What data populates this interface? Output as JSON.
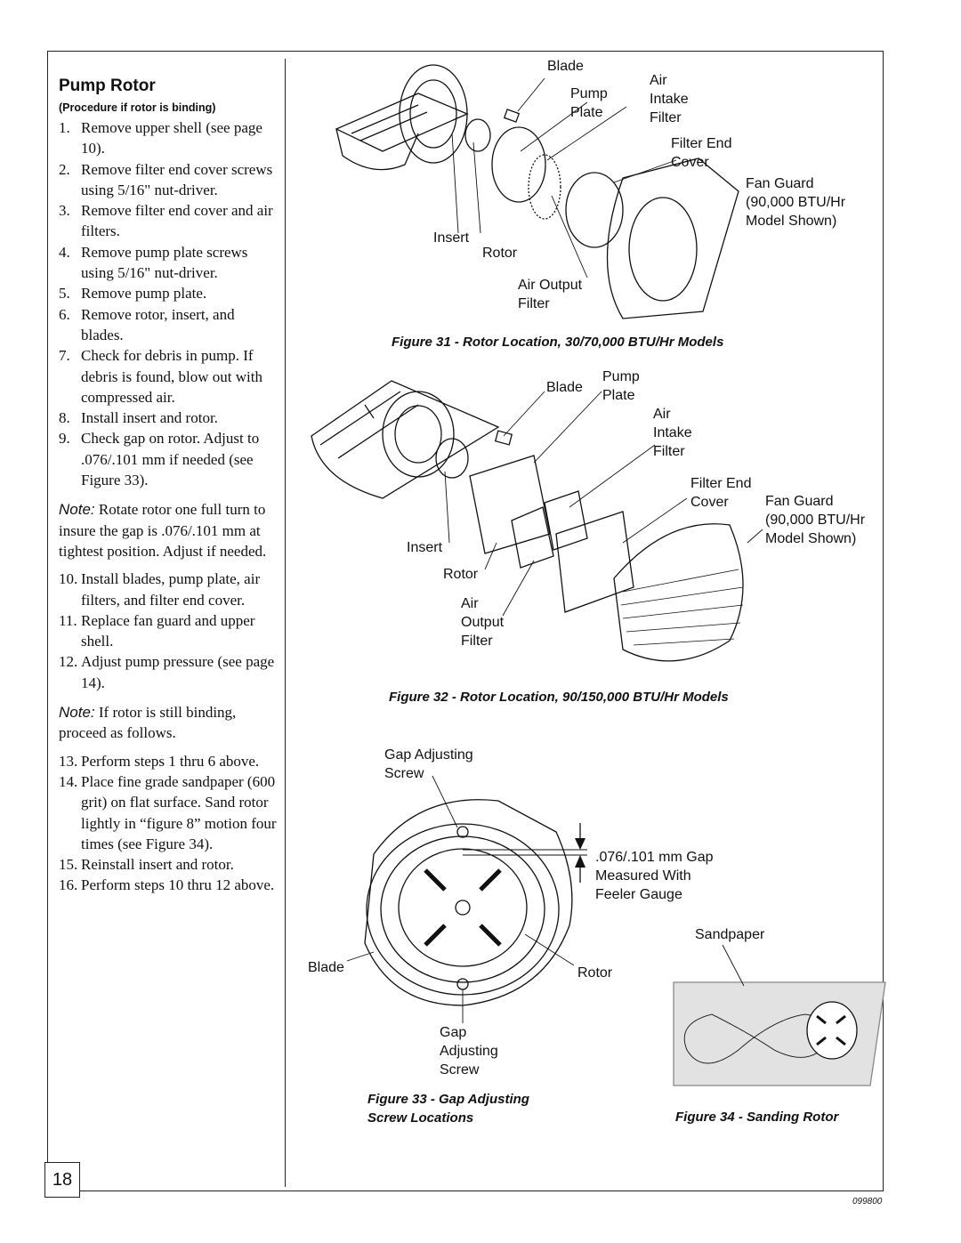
{
  "page_number": "18",
  "doc_code": "099800",
  "section": {
    "title": "Pump Rotor",
    "subtitle": "(Procedure if rotor is binding)"
  },
  "steps_a": [
    {
      "n": "1.",
      "text": "Remove upper shell (see page 10)."
    },
    {
      "n": "2.",
      "text": "Remove filter end cover screws using 5/16\" nut-driver."
    },
    {
      "n": "3.",
      "text": "Remove filter end cover and air filters."
    },
    {
      "n": "4.",
      "text": "Remove pump plate screws using 5/16\" nut-driver."
    },
    {
      "n": "5.",
      "text": "Remove pump plate."
    },
    {
      "n": "6.",
      "text": "Remove rotor, insert, and blades."
    },
    {
      "n": "7.",
      "text": "Check for debris in pump. If debris is found, blow out with compressed air."
    },
    {
      "n": "8.",
      "text": "Install insert and rotor."
    },
    {
      "n": "9.",
      "text": "Check gap on rotor. Adjust to .076/.101 mm if needed (see Figure 33)."
    }
  ],
  "note1": {
    "label": "Note:",
    "text": " Rotate rotor one full turn to insure the gap is .076/.101 mm at tightest position. Adjust if needed."
  },
  "steps_b": [
    {
      "n": "10.",
      "text": "Install blades, pump plate, air filters, and filter end cover."
    },
    {
      "n": "11.",
      "text": "Replace fan guard and upper shell."
    },
    {
      "n": "12.",
      "text": "Adjust pump pressure (see page 14)."
    }
  ],
  "note2": {
    "label": "Note:",
    "text": " If rotor is still binding, proceed as follows."
  },
  "steps_c": [
    {
      "n": "13.",
      "text": "Perform steps 1 thru 6 above."
    },
    {
      "n": "14.",
      "text": "Place fine grade sandpaper (600 grit) on flat surface. Sand rotor lightly in “figure 8” motion four times (see Figure 34)."
    },
    {
      "n": "15.",
      "text": "Reinstall insert and rotor."
    },
    {
      "n": "16.",
      "text": "Perform steps 10 thru 12 above."
    }
  ],
  "fig31": {
    "caption": "Figure 31 - Rotor Location, 30/70,000 BTU/Hr Models",
    "labels": {
      "blade": "Blade",
      "pump_plate": "Pump\nPlate",
      "air_intake": "Air\nIntake\nFilter",
      "filter_end": "Filter End\nCover",
      "fan_guard": "Fan Guard\n(90,000 BTU/Hr\nModel Shown)",
      "insert": "Insert",
      "rotor": "Rotor",
      "air_output": "Air Output\nFilter"
    }
  },
  "fig32": {
    "caption": "Figure 32 - Rotor Location, 90/150,000 BTU/Hr Models",
    "labels": {
      "blade": "Blade",
      "pump_plate": "Pump\nPlate",
      "air_intake": "Air\nIntake\nFilter",
      "filter_end": "Filter End\nCover",
      "fan_guard": "Fan Guard\n(90,000 BTU/Hr\nModel Shown)",
      "insert": "Insert",
      "rotor": "Rotor",
      "air_output": "Air\nOutput\nFilter"
    }
  },
  "fig33": {
    "caption": "Figure 33 - Gap Adjusting\nScrew Locations",
    "labels": {
      "gap_screw_top": "Gap Adjusting\nScrew",
      "gap": ".076/.101 mm Gap\nMeasured With\nFeeler Gauge",
      "blade": "Blade",
      "rotor": "Rotor",
      "gap_screw_bottom": "Gap\nAdjusting\nScrew"
    }
  },
  "fig34": {
    "caption": "Figure 34 - Sanding Rotor",
    "labels": {
      "sandpaper": "Sandpaper"
    }
  }
}
